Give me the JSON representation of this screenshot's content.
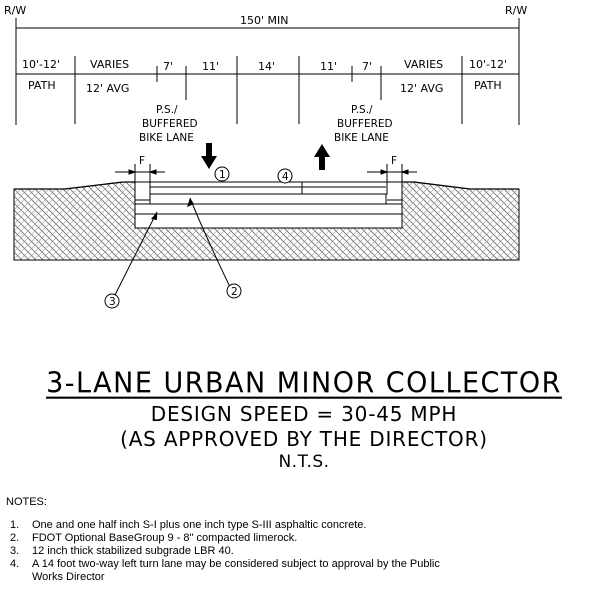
{
  "row_labels": {
    "rw_left": "R/W",
    "rw_right": "R/W",
    "total": "150' MIN"
  },
  "segments": [
    {
      "top": "10'-12'",
      "bottom": "PATH"
    },
    {
      "top": "VARIES",
      "bottom": "12' AVG"
    },
    {
      "top": "7'",
      "bottom": ""
    },
    {
      "top": "11'",
      "bottom": ""
    },
    {
      "top": "14'",
      "bottom": ""
    },
    {
      "top": "11'",
      "bottom": ""
    },
    {
      "top": "7'",
      "bottom": ""
    },
    {
      "top": "VARIES",
      "bottom": "12' AVG"
    },
    {
      "top": "10'-12'",
      "bottom": "PATH"
    }
  ],
  "bike_lane": {
    "line1": "P.S./",
    "line2": "BUFFERED",
    "line3": "BIKE LANE"
  },
  "f_label": "F",
  "callouts": [
    "1",
    "2",
    "3",
    "4"
  ],
  "title": {
    "main": "3-LANE URBAN MINOR COLLECTOR",
    "speed": "DESIGN SPEED = 30-45 MPH",
    "approval": "(AS APPROVED BY THE DIRECTOR)",
    "scale": "N.T.S."
  },
  "notes": {
    "heading": "NOTES:",
    "items": [
      {
        "num": "1.",
        "text": "One and one half inch S-I plus one inch type S-III asphaltic concrete."
      },
      {
        "num": "2.",
        "text": "FDOT Optional BaseGroup 9 - 8\" compacted limerock."
      },
      {
        "num": "3.",
        "text": "12 inch thick stabilized subgrade LBR 40."
      },
      {
        "num": "4.",
        "text": "A 14 foot two-way left turn lane may be considered subject to approval by the Public",
        "text2": "Works Director"
      }
    ]
  }
}
